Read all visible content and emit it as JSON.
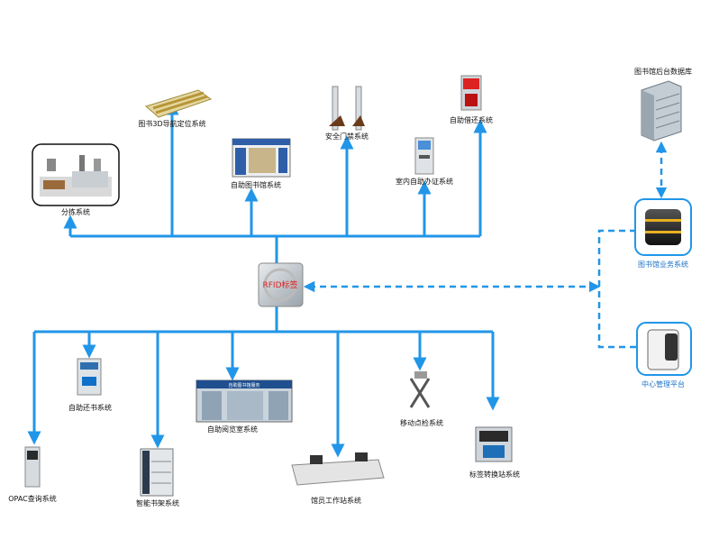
{
  "hub": {
    "label": "RFID标签"
  },
  "top_systems": [
    {
      "id": "sorting",
      "label": "分拣系统"
    },
    {
      "id": "nav3d",
      "label": "图书3D导航定位系统"
    },
    {
      "id": "selfservice_library",
      "label": "自助图书馆系统"
    },
    {
      "id": "security_gate",
      "label": "安全门禁系统"
    },
    {
      "id": "indoor_card",
      "label": "室内自助办证系统"
    },
    {
      "id": "self_borrow_return",
      "label": "自助借还系统"
    }
  ],
  "bottom_systems": [
    {
      "id": "opac",
      "label": "OPAC查询系统"
    },
    {
      "id": "self_return",
      "label": "自助还书系统"
    },
    {
      "id": "smart_shelf",
      "label": "智能书架系统"
    },
    {
      "id": "reading_room",
      "label": "自助阅览室系统"
    },
    {
      "id": "staff_station",
      "label": "馆员工作站系统"
    },
    {
      "id": "mobile_inventory",
      "label": "移动点检系统"
    },
    {
      "id": "tag_conversion",
      "label": "标签转换站系统"
    }
  ],
  "right_side": {
    "database": {
      "label": "图书馆后台数据库"
    },
    "business": {
      "label": "图书馆业务系统"
    },
    "management": {
      "label": "中心管理平台"
    }
  },
  "reading_room_sign": "自助图书馆服务",
  "colors": {
    "line": "#2196e8",
    "dash": "#2196e8",
    "label_blue": "#1a73c9",
    "hub_text": "#d22"
  }
}
